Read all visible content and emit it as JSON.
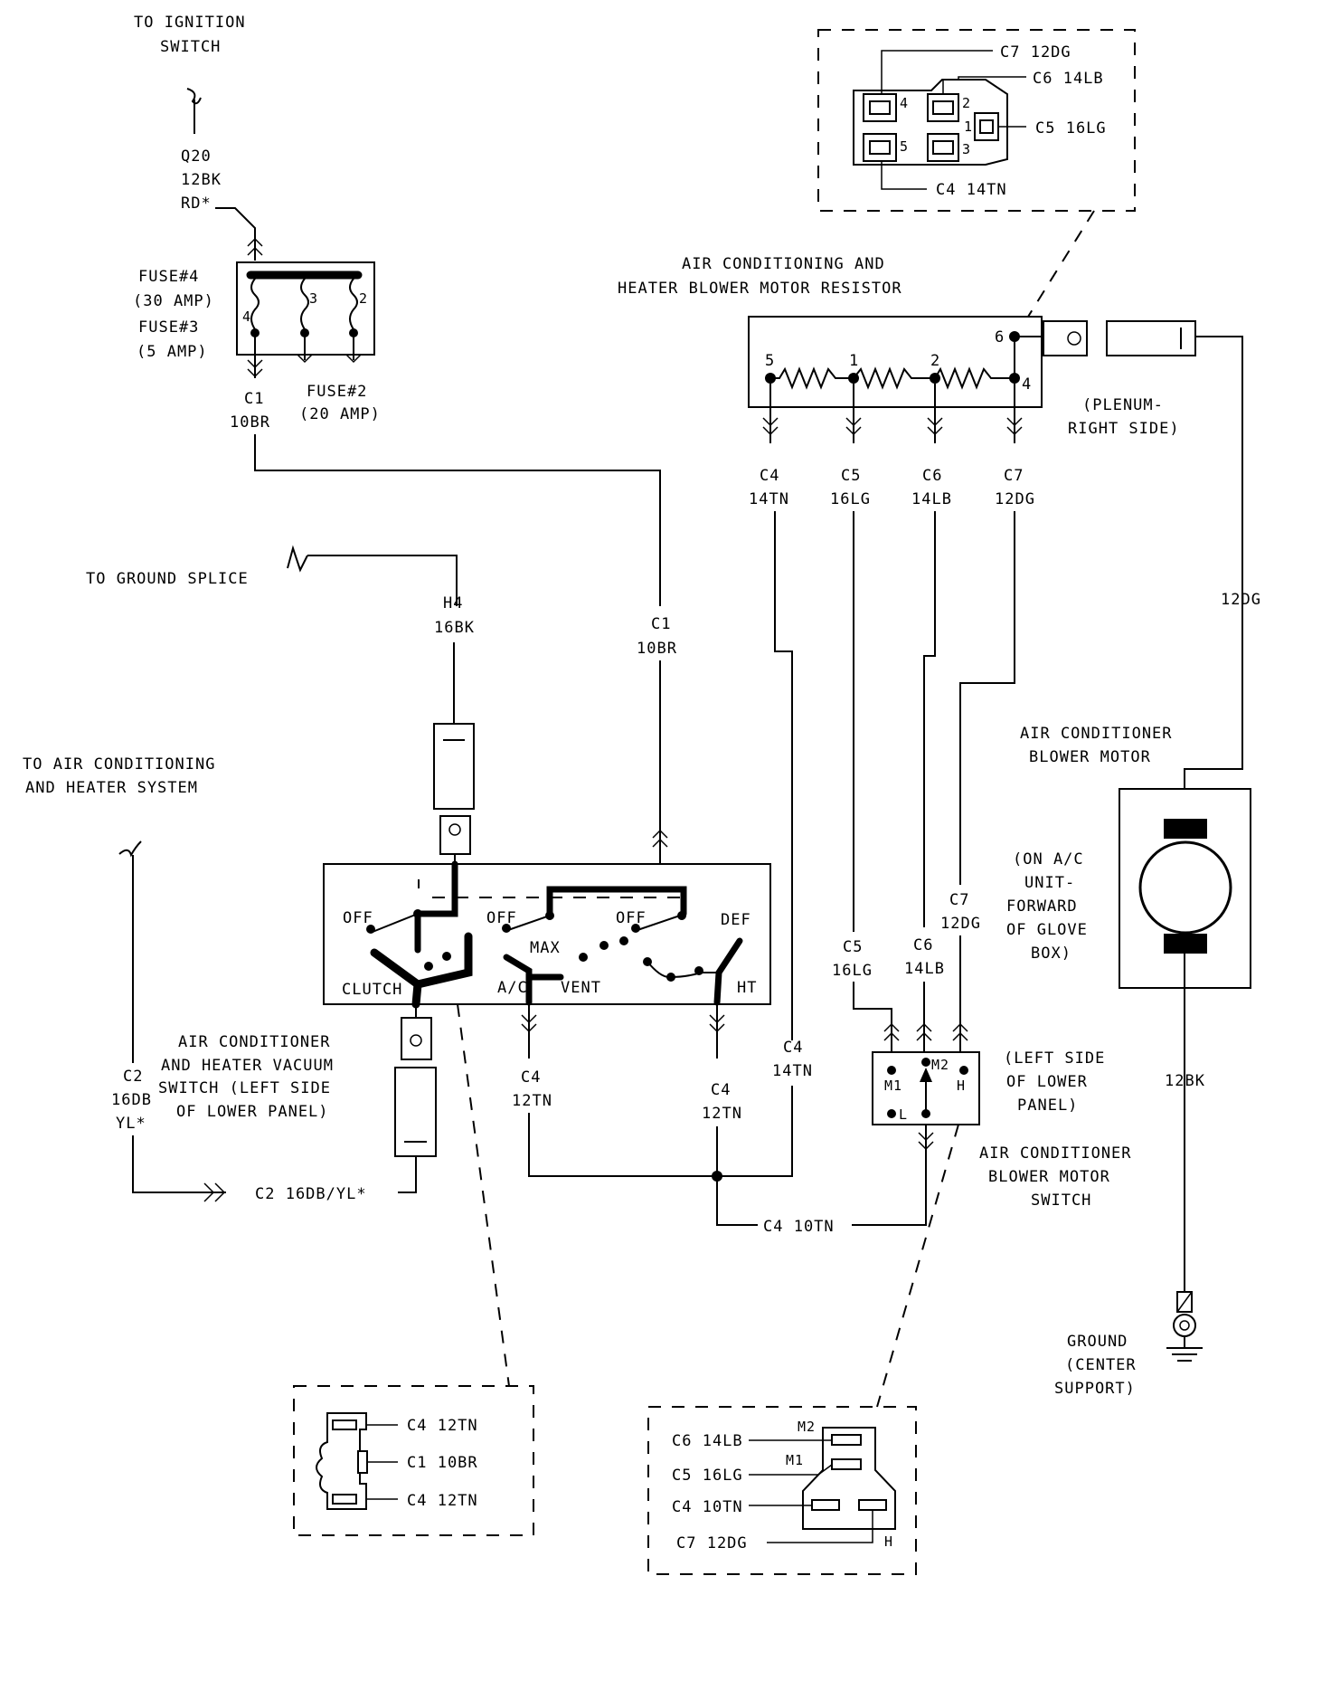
{
  "labels": {
    "ignition_to": "TO IGNITION",
    "ignition_switch": "SWITCH",
    "q20_circuit": "Q20",
    "q20_gauge": "12BK",
    "q20_color": "RD*",
    "fuse4_name": "FUSE#4",
    "fuse4_rating": "(30 AMP)",
    "fuse3_name": "FUSE#3",
    "fuse3_rating": "(5 AMP)",
    "fuse2_name": "FUSE#2",
    "fuse2_rating": "(20 AMP)",
    "fuse_pin_4": "4",
    "fuse_pin_3": "3",
    "fuse_pin_2": "2",
    "c1_top_circuit": "C1",
    "c1_top_wire": "10BR",
    "c1_mid_circuit": "C1",
    "c1_mid_wire": "10BR",
    "ground_splice": "TO GROUND SPLICE",
    "h4_circuit": "H4",
    "h4_wire": "16BK",
    "ac_heater_system_1": "TO AIR CONDITIONING",
    "ac_heater_system_2": "AND HEATER SYSTEM",
    "c2_circuit": "C2",
    "c2_gauge": "16DB",
    "c2_color": "YL*",
    "c2_bottom": "C2 16DB/YL*",
    "vac_switch_1": "AIR CONDITIONER",
    "vac_switch_2": "AND HEATER VACUUM",
    "vac_switch_3": "SWITCH (LEFT SIDE",
    "vac_switch_4": "OF LOWER PANEL)",
    "sw_off1": "OFF",
    "sw_off2": "OFF",
    "sw_off3": "OFF",
    "sw_def": "DEF",
    "sw_max": "MAX",
    "sw_clutch": "CLUTCH",
    "sw_ac": "A/C",
    "sw_vent": "VENT",
    "sw_ht": "HT",
    "c4_left_circuit": "C4",
    "c4_left_wire": "12TN",
    "c4_right_circuit": "C4",
    "c4_right_wire": "12TN",
    "c4_riser_circuit": "C4",
    "c4_riser_wire": "14TN",
    "c4_bottom": "C4 10TN",
    "resistor_title_1": "AIR CONDITIONING AND",
    "resistor_title_2": "HEATER BLOWER MOTOR RESISTOR",
    "res_pin_5": "5",
    "res_pin_1": "1",
    "res_pin_2": "2",
    "res_pin_6": "6",
    "res_pin_4": "4",
    "res_c4_circuit": "C4",
    "res_c4_wire": "14TN",
    "res_c5_circuit": "C5",
    "res_c5_wire": "16LG",
    "res_c6_circuit": "C6",
    "res_c6_wire": "14LB",
    "res_c7_circuit": "C7",
    "res_c7_wire": "12DG",
    "plenum_1": "(PLENUM-",
    "plenum_2": "RIGHT SIDE)",
    "motor_wire_in": "12DG",
    "motor_title_1": "AIR CONDITIONER",
    "motor_title_2": "BLOWER MOTOR",
    "motor_loc_1": "(ON A/C",
    "motor_loc_2": "UNIT-",
    "motor_loc_3": "FORWARD",
    "motor_loc_4": "OF GLOVE",
    "motor_loc_5": "BOX)",
    "motor_wire_out": "12BK",
    "ground_1": "GROUND",
    "ground_2": "(CENTER",
    "ground_3": "SUPPORT)",
    "bsw_c5_circuit": "C5",
    "bsw_c5_wire": "16LG",
    "bsw_c6_circuit": "C6",
    "bsw_c6_wire": "14LB",
    "bsw_c7_circuit": "C7",
    "bsw_c7_wire": "12DG",
    "bsw_m1": "M1",
    "bsw_m2": "M2",
    "bsw_h": "H",
    "bsw_l": "L",
    "bsw_side_1": "(LEFT SIDE",
    "bsw_side_2": "OF LOWER",
    "bsw_side_3": "PANEL)",
    "bsw_title_1": "AIR CONDITIONER",
    "bsw_title_2": "BLOWER MOTOR",
    "bsw_title_3": "SWITCH",
    "conn_top_c7": "C7 12DG",
    "conn_top_c6": "C6 14LB",
    "conn_top_c5": "C5 16LG",
    "conn_top_c4": "C4 14TN",
    "conn_top_p1": "1",
    "conn_top_p2": "2",
    "conn_top_p3": "3",
    "conn_top_p4": "4",
    "conn_top_p5": "5",
    "conn_bl_c4a": "C4 12TN",
    "conn_bl_c1": "C1 10BR",
    "conn_bl_c4b": "C4 12TN",
    "conn_br_c6": "C6 14LB",
    "conn_br_c5": "C5 16LG",
    "conn_br_c4": "C4 10TN",
    "conn_br_c7": "C7 12DG",
    "conn_br_m2": "M2",
    "conn_br_m1": "M1",
    "conn_br_h": "H"
  }
}
